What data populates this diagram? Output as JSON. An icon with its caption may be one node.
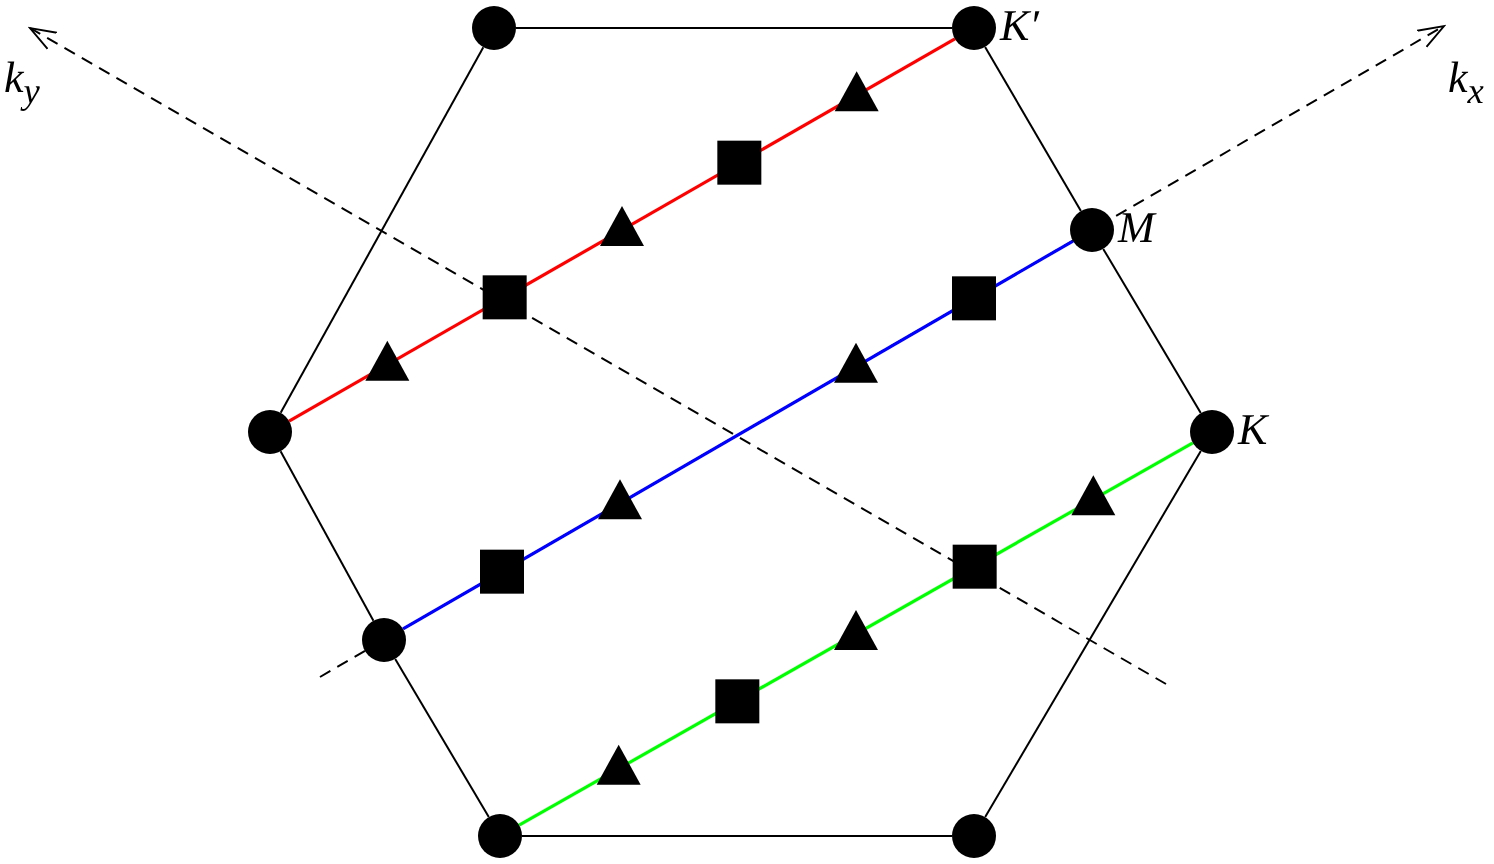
{
  "diagram": {
    "nodes": [
      {
        "text": [],
        "shape": "circle"
      },
      {
        "text": [],
        "shape": "circle",
        "beside": [
          "K′"
        ]
      },
      {
        "text": [],
        "shape": "circle",
        "beside": [
          "M"
        ]
      },
      {
        "text": [],
        "shape": "circle"
      },
      {
        "text": [],
        "shape": "circle",
        "beside": [
          "K"
        ]
      },
      {
        "text": [],
        "shape": "circle"
      },
      {
        "text": [],
        "shape": "circle"
      },
      {
        "text": [],
        "shape": "circle"
      }
    ],
    "edges": [
      {
        "from": 0,
        "to": 1,
        "arrow": "none"
      },
      {
        "from": 1,
        "to": 2,
        "arrow": "none"
      },
      {
        "from": 2,
        "to": 4,
        "arrow": "none"
      },
      {
        "from": 4,
        "to": 7,
        "arrow": "none"
      },
      {
        "from": 7,
        "to": 6,
        "arrow": "none"
      },
      {
        "from": 6,
        "to": 5,
        "arrow": "none"
      },
      {
        "from": 5,
        "to": 3,
        "arrow": "none"
      },
      {
        "from": 3,
        "to": 0,
        "arrow": "none"
      },
      {
        "from": 3,
        "to": 1,
        "arrow": "to",
        "color": "#ff0000"
      },
      {
        "from": 5,
        "to": 2,
        "arrow": "to",
        "color": "#0000ff"
      },
      {
        "from": 6,
        "to": 4,
        "arrow": "to",
        "color": "#00ff00"
      }
    ],
    "labels": [
      "k$_{y}$",
      "k$_{x}$"
    ]
  }
}
